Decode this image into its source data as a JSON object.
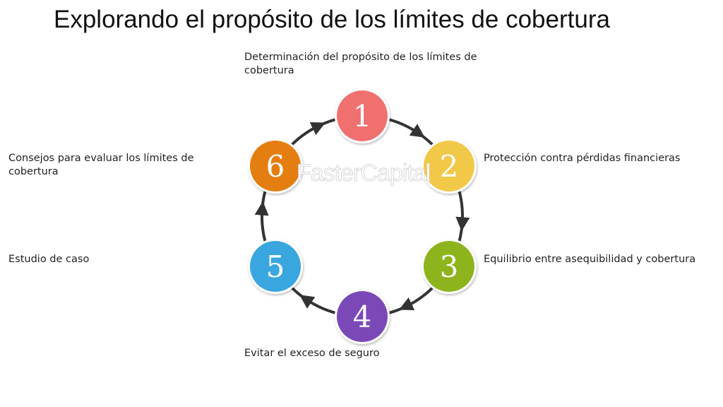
{
  "title": "Explorando el propósito de los límites de cobertura",
  "watermark": "FasterCapital",
  "steps": [
    {
      "number": "1",
      "label": "Determinación del propósito de los límites de cobertura",
      "color": "#f07070"
    },
    {
      "number": "2",
      "label": "Protección contra pérdidas financieras",
      "color": "#f2c848"
    },
    {
      "number": "3",
      "label": "Equilibrio entre asequibilidad y cobertura",
      "color": "#8db41c"
    },
    {
      "number": "4",
      "label": "Evitar el exceso de seguro",
      "color": "#7b48b8"
    },
    {
      "number": "5",
      "label": "Estudio de caso",
      "color": "#3aa6e0"
    },
    {
      "number": "6",
      "label": "Consejos para evaluar los límites de cobertura",
      "color": "#e57e10"
    }
  ]
}
